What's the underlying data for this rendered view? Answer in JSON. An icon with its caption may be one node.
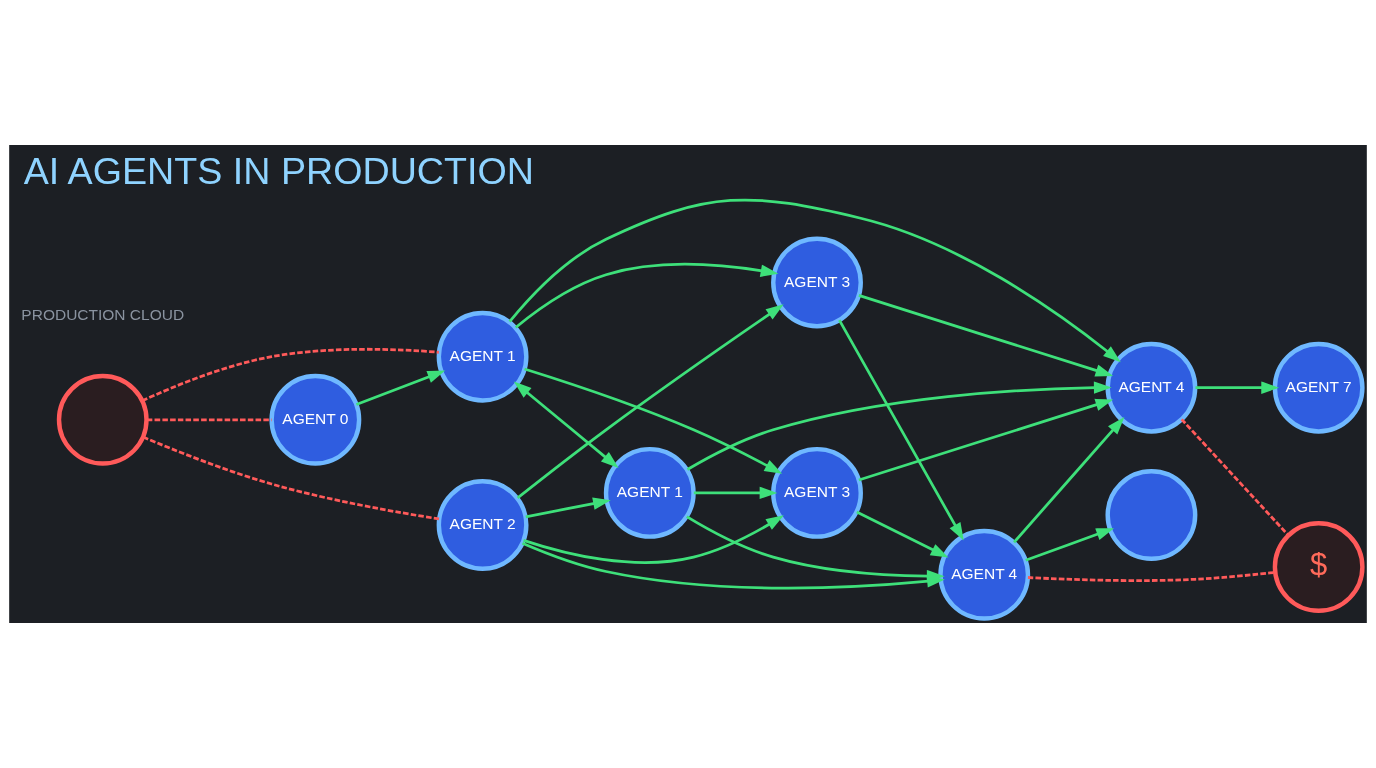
{
  "diagram": {
    "title": "AI AGENTS IN PRODUCTION",
    "nodes": [
      {
        "text": [],
        "shape": "circle"
      },
      {
        "text": [
          "AGENT 0"
        ]
      },
      {
        "text": [
          "AGENT 2"
        ]
      },
      {
        "text": [
          "AGENT 1"
        ]
      },
      {
        "text": [
          "AGENT 1"
        ]
      },
      {
        "text": [
          "AGENT 3"
        ]
      },
      {
        "text": [
          "AGENT 3"
        ]
      },
      {
        "text": [
          "AGENT 4"
        ]
      },
      {
        "text": [
          "AGENT 4"
        ]
      },
      {
        "text": [],
        "shape": "circle"
      },
      {
        "text": [
          "$"
        ]
      },
      {
        "text": [
          "AGENT 7"
        ]
      }
    ],
    "edges": [
      {
        "from": 0,
        "to": 2,
        "arrow": "none",
        "style": "dashed",
        "color": "#ff5a5a"
      },
      {
        "from": 0,
        "to": 3,
        "arrow": "none",
        "style": "dashed",
        "color": "#ff5a5a"
      },
      {
        "from": 0,
        "to": 1,
        "arrow": "none",
        "style": "dashed",
        "color": "#ff5a5a"
      },
      {
        "from": 1,
        "to": 3,
        "arrow": "to"
      },
      {
        "from": 2,
        "to": 4,
        "arrow": "to"
      },
      {
        "from": 2,
        "to": 7,
        "arrow": "to"
      },
      {
        "from": 2,
        "to": 5,
        "arrow": "to"
      },
      {
        "from": 2,
        "to": 6,
        "arrow": "to"
      },
      {
        "from": 3,
        "to": 4,
        "arrow": "both"
      },
      {
        "from": 3,
        "to": 5,
        "arrow": "to"
      },
      {
        "from": 3,
        "to": 8,
        "arrow": "to"
      },
      {
        "from": 3,
        "to": 6,
        "arrow": "to"
      },
      {
        "from": 4,
        "to": 5,
        "arrow": "to"
      },
      {
        "from": 4,
        "to": 7,
        "arrow": "to"
      },
      {
        "from": 4,
        "to": 8,
        "arrow": "to"
      },
      {
        "from": 5,
        "to": 7,
        "arrow": "to"
      },
      {
        "from": 5,
        "to": 8,
        "arrow": "to"
      },
      {
        "from": 6,
        "to": 7,
        "arrow": "to"
      },
      {
        "from": 6,
        "to": 8,
        "arrow": "to"
      },
      {
        "from": 7,
        "to": 8,
        "arrow": "to"
      },
      {
        "from": 7,
        "to": 9,
        "arrow": "to"
      },
      {
        "from": 8,
        "to": 11,
        "arrow": "to"
      },
      {
        "from": 7,
        "to": 10,
        "arrow": "none",
        "style": "dashed",
        "color": "#ff5a5a"
      },
      {
        "from": 8,
        "to": 10,
        "arrow": "none",
        "style": "dashed",
        "color": "#ff5a5a"
      }
    ],
    "labels": [
      "PRODUCTION CLOUD"
    ]
  }
}
